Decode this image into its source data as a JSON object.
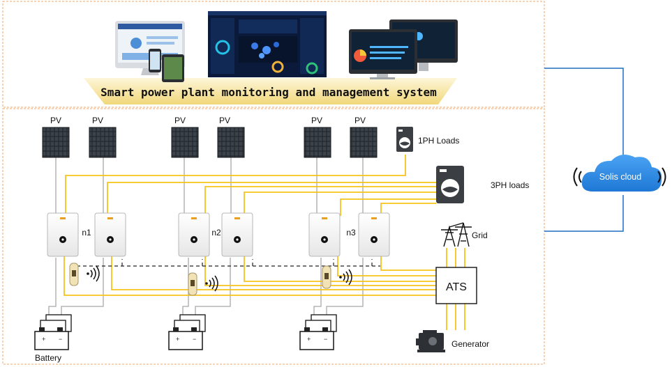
{
  "monitoring": {
    "title": "Smart power plant monitoring and management system"
  },
  "cloud": {
    "label": "Solis cloud"
  },
  "pv_label": "PV",
  "inverters": {
    "n1": "n1",
    "n2": "n2",
    "n3": "n3"
  },
  "loads": {
    "single_phase": "1PH Loads",
    "three_phase": "3PH loads"
  },
  "grid_label": "Grid",
  "ats_label": "ATS",
  "generator_label": "Generator",
  "battery_label": "Battery",
  "colors": {
    "ac_line": "#f6c31b",
    "dc_line": "#a8a8a8",
    "cloud": "#2f8be6",
    "cloud_link": "#1f6fc4",
    "border_dash": "#f0a868",
    "banner": "#f4df8e"
  }
}
